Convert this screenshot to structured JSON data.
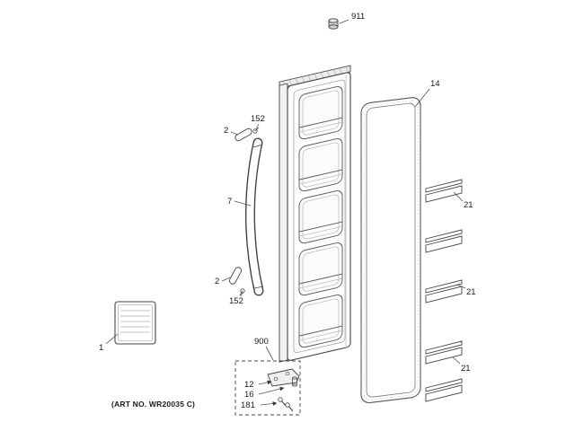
{
  "artwork_note": "(ART NO. WR20035 C)",
  "colors": {
    "line": "#444444",
    "background": "#ffffff"
  },
  "labels": {
    "plug_top": "911",
    "door_gasket": "14",
    "handle": "7",
    "handle_endcap_top": "2",
    "handle_screw_top": "152",
    "handle_endcap_bottom": "2",
    "handle_screw_bottom": "152",
    "hinge_kit": "900",
    "hinge_bracket": "12",
    "hinge_pin": "16",
    "hinge_screw": "181",
    "access_panel": "1",
    "door_bin_top": "21",
    "door_bin_middle": "21",
    "door_bin_bottom": "21"
  }
}
